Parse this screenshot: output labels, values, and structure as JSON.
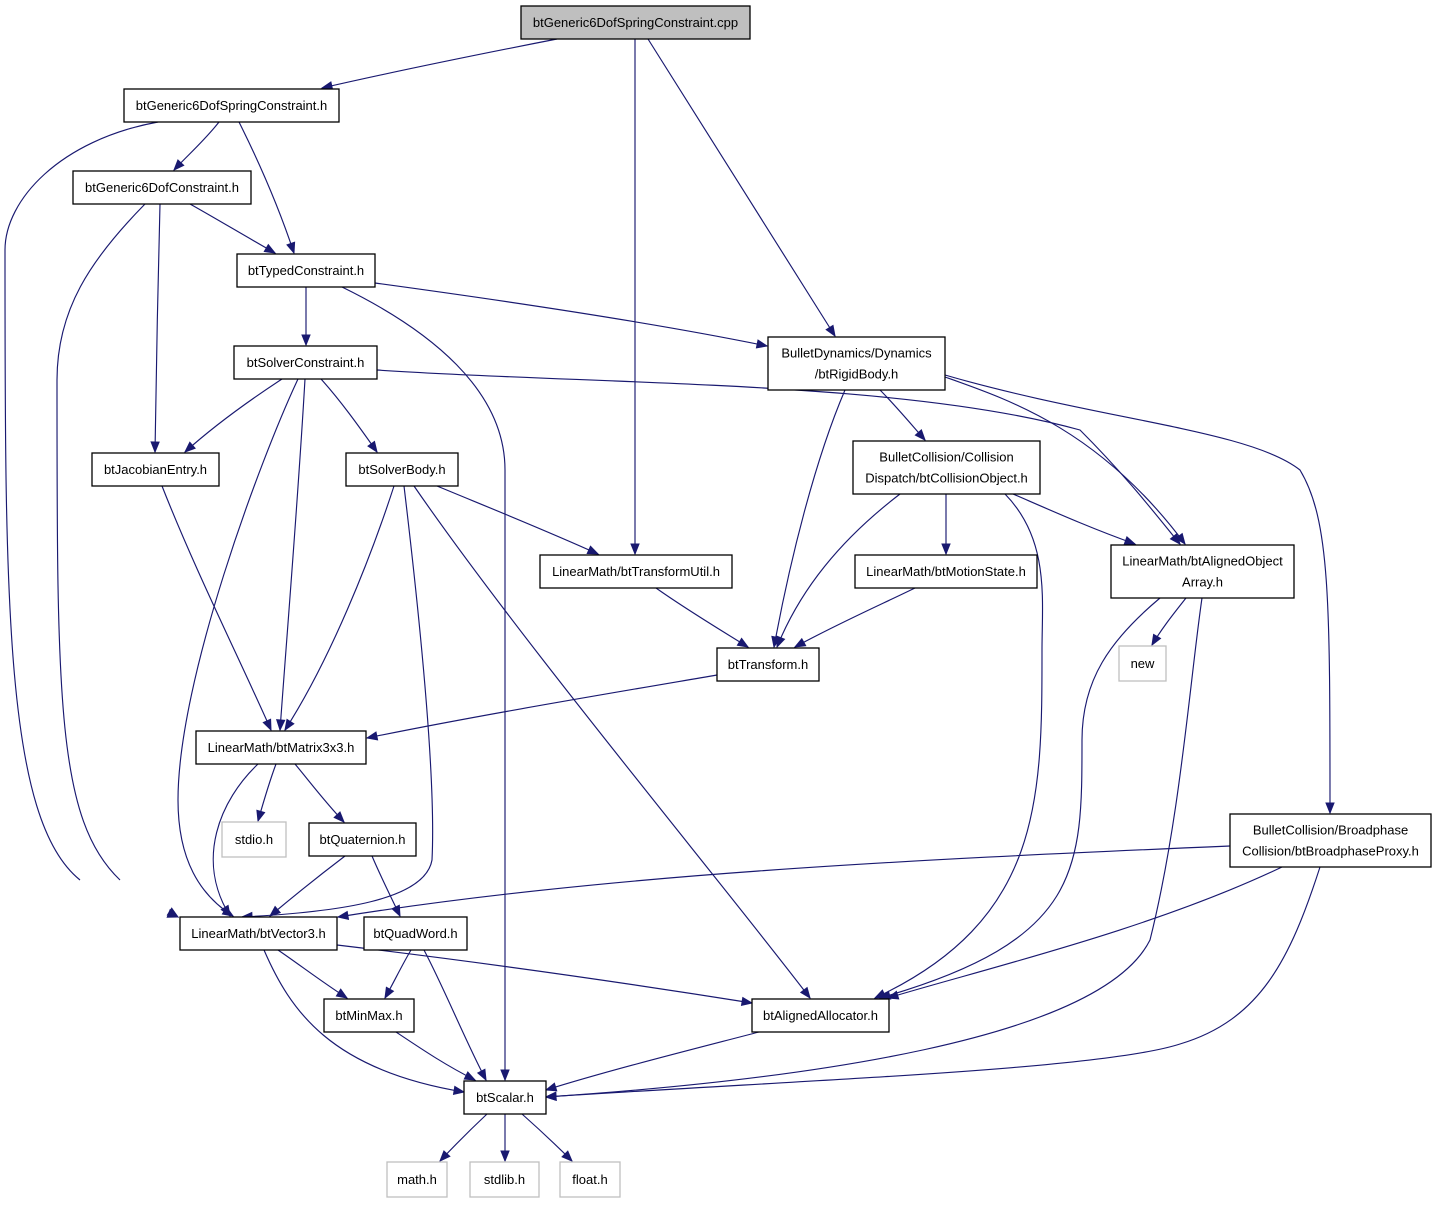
{
  "nodes": [
    {
      "id": "root",
      "kind": "root",
      "lines": [
        "btGeneric6DofSpringConstraint.cpp"
      ]
    },
    {
      "id": "springh",
      "kind": "normal",
      "lines": [
        "btGeneric6DofSpringConstraint.h"
      ]
    },
    {
      "id": "g6dof",
      "kind": "normal",
      "lines": [
        "btGeneric6DofConstraint.h"
      ]
    },
    {
      "id": "typed",
      "kind": "normal",
      "lines": [
        "btTypedConstraint.h"
      ]
    },
    {
      "id": "solverc",
      "kind": "normal",
      "lines": [
        "btSolverConstraint.h"
      ]
    },
    {
      "id": "rigid",
      "kind": "normal",
      "lines": [
        "BulletDynamics/Dynamics",
        "/btRigidBody.h"
      ]
    },
    {
      "id": "jacobian",
      "kind": "normal",
      "lines": [
        "btJacobianEntry.h"
      ]
    },
    {
      "id": "solverbody",
      "kind": "normal",
      "lines": [
        "btSolverBody.h"
      ]
    },
    {
      "id": "collobj",
      "kind": "normal",
      "lines": [
        "BulletCollision/Collision",
        "Dispatch/btCollisionObject.h"
      ]
    },
    {
      "id": "transutil",
      "kind": "normal",
      "lines": [
        "LinearMath/btTransformUtil.h"
      ]
    },
    {
      "id": "motion",
      "kind": "normal",
      "lines": [
        "LinearMath/btMotionState.h"
      ]
    },
    {
      "id": "aligned",
      "kind": "normal",
      "lines": [
        "LinearMath/btAlignedObject",
        "Array.h"
      ]
    },
    {
      "id": "transform",
      "kind": "normal",
      "lines": [
        "btTransform.h"
      ]
    },
    {
      "id": "new",
      "kind": "external",
      "lines": [
        "new"
      ]
    },
    {
      "id": "matrix",
      "kind": "normal",
      "lines": [
        "LinearMath/btMatrix3x3.h"
      ]
    },
    {
      "id": "broad",
      "kind": "normal",
      "lines": [
        "BulletCollision/Broadphase",
        "Collision/btBroadphaseProxy.h"
      ]
    },
    {
      "id": "stdio",
      "kind": "external",
      "lines": [
        "stdio.h"
      ]
    },
    {
      "id": "quat",
      "kind": "normal",
      "lines": [
        "btQuaternion.h"
      ]
    },
    {
      "id": "vector",
      "kind": "normal",
      "lines": [
        "LinearMath/btVector3.h"
      ]
    },
    {
      "id": "quadword",
      "kind": "normal",
      "lines": [
        "btQuadWord.h"
      ]
    },
    {
      "id": "minmax",
      "kind": "normal",
      "lines": [
        "btMinMax.h"
      ]
    },
    {
      "id": "alloc",
      "kind": "normal",
      "lines": [
        "btAlignedAllocator.h"
      ]
    },
    {
      "id": "scalar",
      "kind": "normal",
      "lines": [
        "btScalar.h"
      ]
    },
    {
      "id": "math",
      "kind": "external",
      "lines": [
        "math.h"
      ]
    },
    {
      "id": "stdlib",
      "kind": "external",
      "lines": [
        "stdlib.h"
      ]
    },
    {
      "id": "float",
      "kind": "external",
      "lines": [
        "float.h"
      ]
    }
  ],
  "edges": [
    [
      "root",
      "springh"
    ],
    [
      "root",
      "transutil"
    ],
    [
      "root",
      "rigid"
    ],
    [
      "springh",
      "g6dof"
    ],
    [
      "springh",
      "typed"
    ],
    [
      "springh",
      "vector"
    ],
    [
      "g6dof",
      "typed"
    ],
    [
      "g6dof",
      "jacobian"
    ],
    [
      "g6dof",
      "vector"
    ],
    [
      "typed",
      "solverc"
    ],
    [
      "typed",
      "rigid"
    ],
    [
      "typed",
      "scalar"
    ],
    [
      "solverc",
      "jacobian"
    ],
    [
      "solverc",
      "solverbody"
    ],
    [
      "solverc",
      "matrix"
    ],
    [
      "solverc",
      "vector"
    ],
    [
      "solverc",
      "aligned"
    ],
    [
      "rigid",
      "collobj"
    ],
    [
      "rigid",
      "transform"
    ],
    [
      "rigid",
      "aligned"
    ],
    [
      "rigid",
      "broad"
    ],
    [
      "jacobian",
      "matrix"
    ],
    [
      "solverbody",
      "transutil"
    ],
    [
      "solverbody",
      "matrix"
    ],
    [
      "solverbody",
      "vector"
    ],
    [
      "solverbody",
      "alloc"
    ],
    [
      "collobj",
      "motion"
    ],
    [
      "collobj",
      "transform"
    ],
    [
      "collobj",
      "aligned"
    ],
    [
      "collobj",
      "alloc"
    ],
    [
      "transutil",
      "transform"
    ],
    [
      "motion",
      "transform"
    ],
    [
      "aligned",
      "new"
    ],
    [
      "aligned",
      "alloc"
    ],
    [
      "aligned",
      "scalar"
    ],
    [
      "transform",
      "matrix"
    ],
    [
      "matrix",
      "stdio"
    ],
    [
      "matrix",
      "quat"
    ],
    [
      "matrix",
      "vector"
    ],
    [
      "broad",
      "vector"
    ],
    [
      "broad",
      "alloc"
    ],
    [
      "broad",
      "scalar"
    ],
    [
      "quat",
      "quadword"
    ],
    [
      "quat",
      "vector"
    ],
    [
      "vector",
      "minmax"
    ],
    [
      "vector",
      "alloc"
    ],
    [
      "vector",
      "scalar"
    ],
    [
      "quadword",
      "minmax"
    ],
    [
      "quadword",
      "scalar"
    ],
    [
      "minmax",
      "scalar"
    ],
    [
      "alloc",
      "scalar"
    ],
    [
      "scalar",
      "math"
    ],
    [
      "scalar",
      "stdlib"
    ],
    [
      "scalar",
      "float"
    ]
  ]
}
